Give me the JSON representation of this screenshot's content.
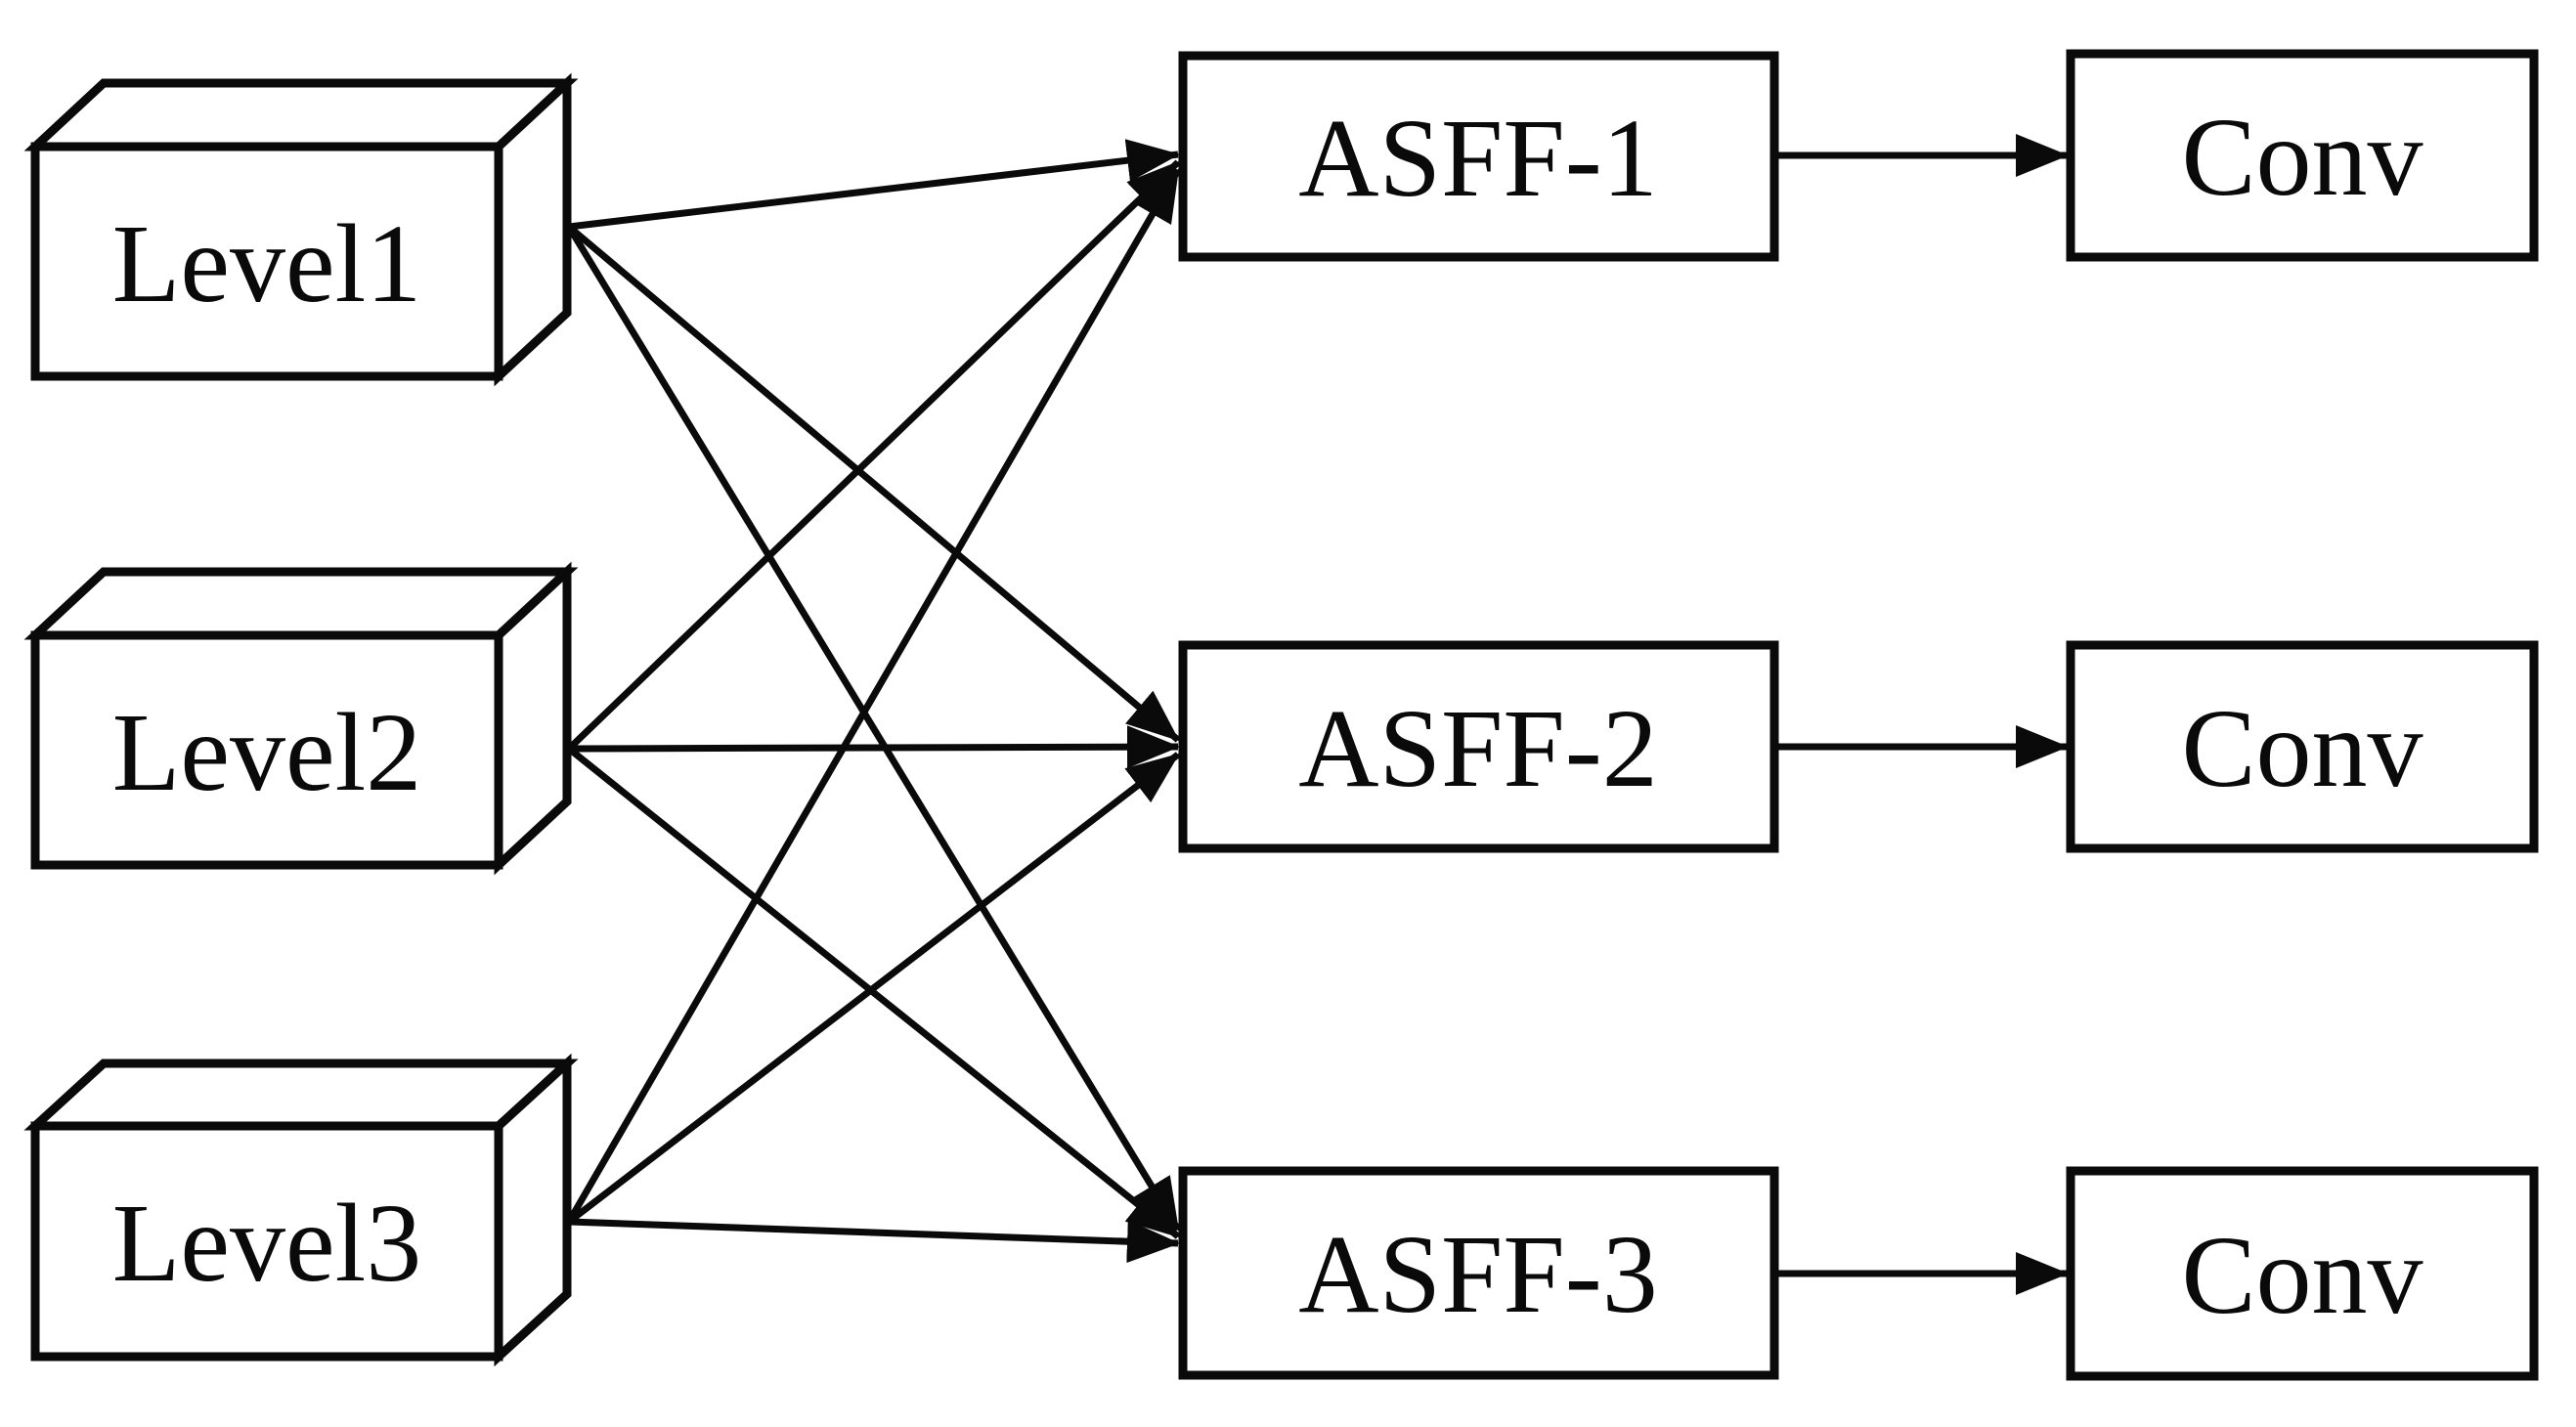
{
  "diagram": {
    "type": "architecture-flow",
    "colors": {
      "background": "#ffffff",
      "stroke": "#0a0a0a",
      "node_fill": "#ffffff",
      "text": "#0a0a0a"
    },
    "nodes": {
      "level1": {
        "label": "Level1",
        "shape": "cuboid"
      },
      "level2": {
        "label": "Level2",
        "shape": "cuboid"
      },
      "level3": {
        "label": "Level3",
        "shape": "cuboid"
      },
      "asff1": {
        "label": "ASFF-1",
        "shape": "rect"
      },
      "asff2": {
        "label": "ASFF-2",
        "shape": "rect"
      },
      "asff3": {
        "label": "ASFF-3",
        "shape": "rect"
      },
      "conv1": {
        "label": "Conv",
        "shape": "rect"
      },
      "conv2": {
        "label": "Conv",
        "shape": "rect"
      },
      "conv3": {
        "label": "Conv",
        "shape": "rect"
      }
    },
    "edges": [
      {
        "from": "level1",
        "to": "asff1"
      },
      {
        "from": "level1",
        "to": "asff2"
      },
      {
        "from": "level1",
        "to": "asff3"
      },
      {
        "from": "level2",
        "to": "asff1"
      },
      {
        "from": "level2",
        "to": "asff2"
      },
      {
        "from": "level2",
        "to": "asff3"
      },
      {
        "from": "level3",
        "to": "asff1"
      },
      {
        "from": "level3",
        "to": "asff2"
      },
      {
        "from": "level3",
        "to": "asff3"
      },
      {
        "from": "asff1",
        "to": "conv1"
      },
      {
        "from": "asff2",
        "to": "conv2"
      },
      {
        "from": "asff3",
        "to": "conv3"
      }
    ]
  }
}
